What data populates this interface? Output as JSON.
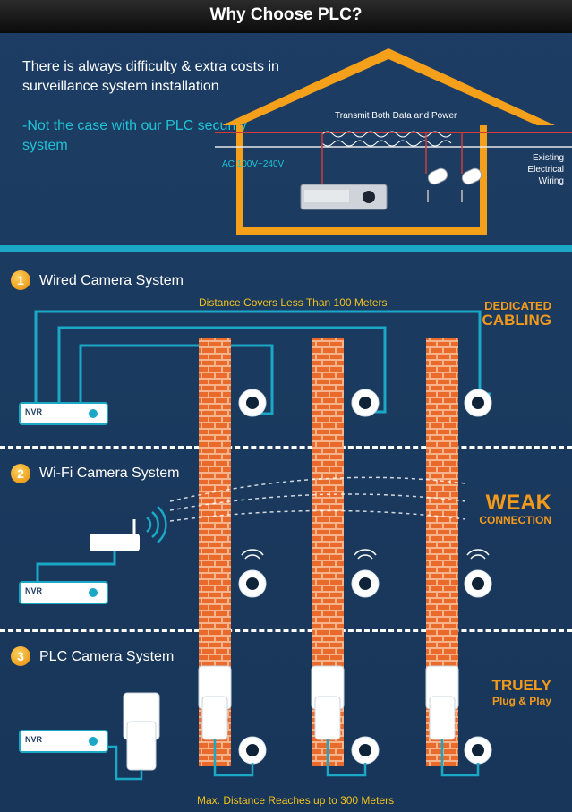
{
  "header": {
    "title": "Why Choose PLC?"
  },
  "intro": {
    "line1": "There is always difficulty & extra costs in surveillance system installation",
    "line2": "-Not the case with our PLC security system"
  },
  "house": {
    "transmit_label": "Transmit Both Data and Power",
    "ac_label": "AC 100V~240V",
    "existing_label": "Existing Electrical Wiring"
  },
  "sections": [
    {
      "number": "1",
      "title": "Wired Camera System",
      "distance": "Distance Covers Less Than 100 Meters",
      "tag_line1": "DEDICATED",
      "tag_line2": "CABLING"
    },
    {
      "number": "2",
      "title": "Wi-Fi Camera System",
      "tag_line1": "WEAK",
      "tag_line2": "CONNECTION"
    },
    {
      "number": "3",
      "title": "PLC Camera System",
      "distance": "Max. Distance Reaches up to 300 Meters",
      "tag_line1": "TRUELY",
      "tag_line2": "Plug & Play"
    }
  ],
  "nvr_label": "NVR",
  "colors": {
    "brick": "#ea6a2c",
    "mortar": "#f5b48c",
    "cyan": "#1aa8c6",
    "orange": "#f39a1a",
    "navy": "#1c3c63",
    "yellow": "#f3c21a"
  }
}
